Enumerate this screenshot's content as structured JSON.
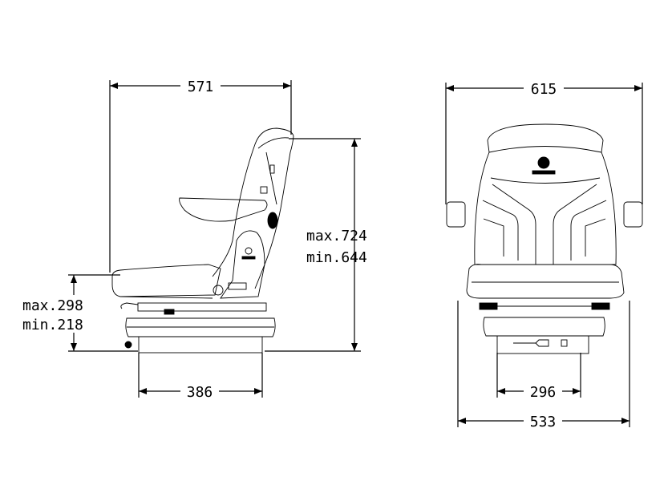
{
  "side_view": {
    "overall_depth": "571",
    "height_max": "max.724",
    "height_min": "min.644",
    "seat_height_max": "max.298",
    "seat_height_min": "min.218",
    "base_width": "386"
  },
  "front_view": {
    "overall_width": "615",
    "base_width": "296",
    "seat_width": "533"
  },
  "colors": {
    "line": "#000000",
    "background": "#ffffff"
  }
}
